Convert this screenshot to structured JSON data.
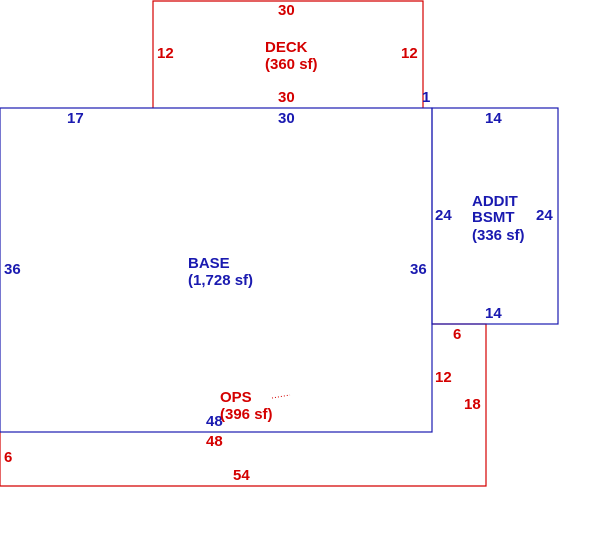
{
  "colors": {
    "red": "#d40000",
    "blue": "#1a1ab0"
  },
  "areas": {
    "deck": {
      "name": "DECK",
      "area": "(360 sf)"
    },
    "base": {
      "name": "BASE",
      "area": "(1,728 sf)"
    },
    "addit": {
      "name1": "ADDIT",
      "name2": "BSMT",
      "area": "(336 sf)"
    },
    "ops": {
      "name": "OPS",
      "area": "(396 sf)"
    }
  },
  "dimensions": {
    "deck_top": "30",
    "deck_left": "12",
    "deck_right": "12",
    "deck_bottom": "30",
    "deck_offset": "1",
    "base_top_left": "17",
    "base_top": "30",
    "base_left": "36",
    "base_right": "36",
    "base_bottom": "48",
    "addit_top": "14",
    "addit_left": "24",
    "addit_right": "24",
    "addit_bottom": "14",
    "ops_step_top": "6",
    "ops_step_side": "12",
    "ops_right": "18",
    "ops_top_inner": "48",
    "ops_left": "6",
    "ops_bottom": "54"
  }
}
